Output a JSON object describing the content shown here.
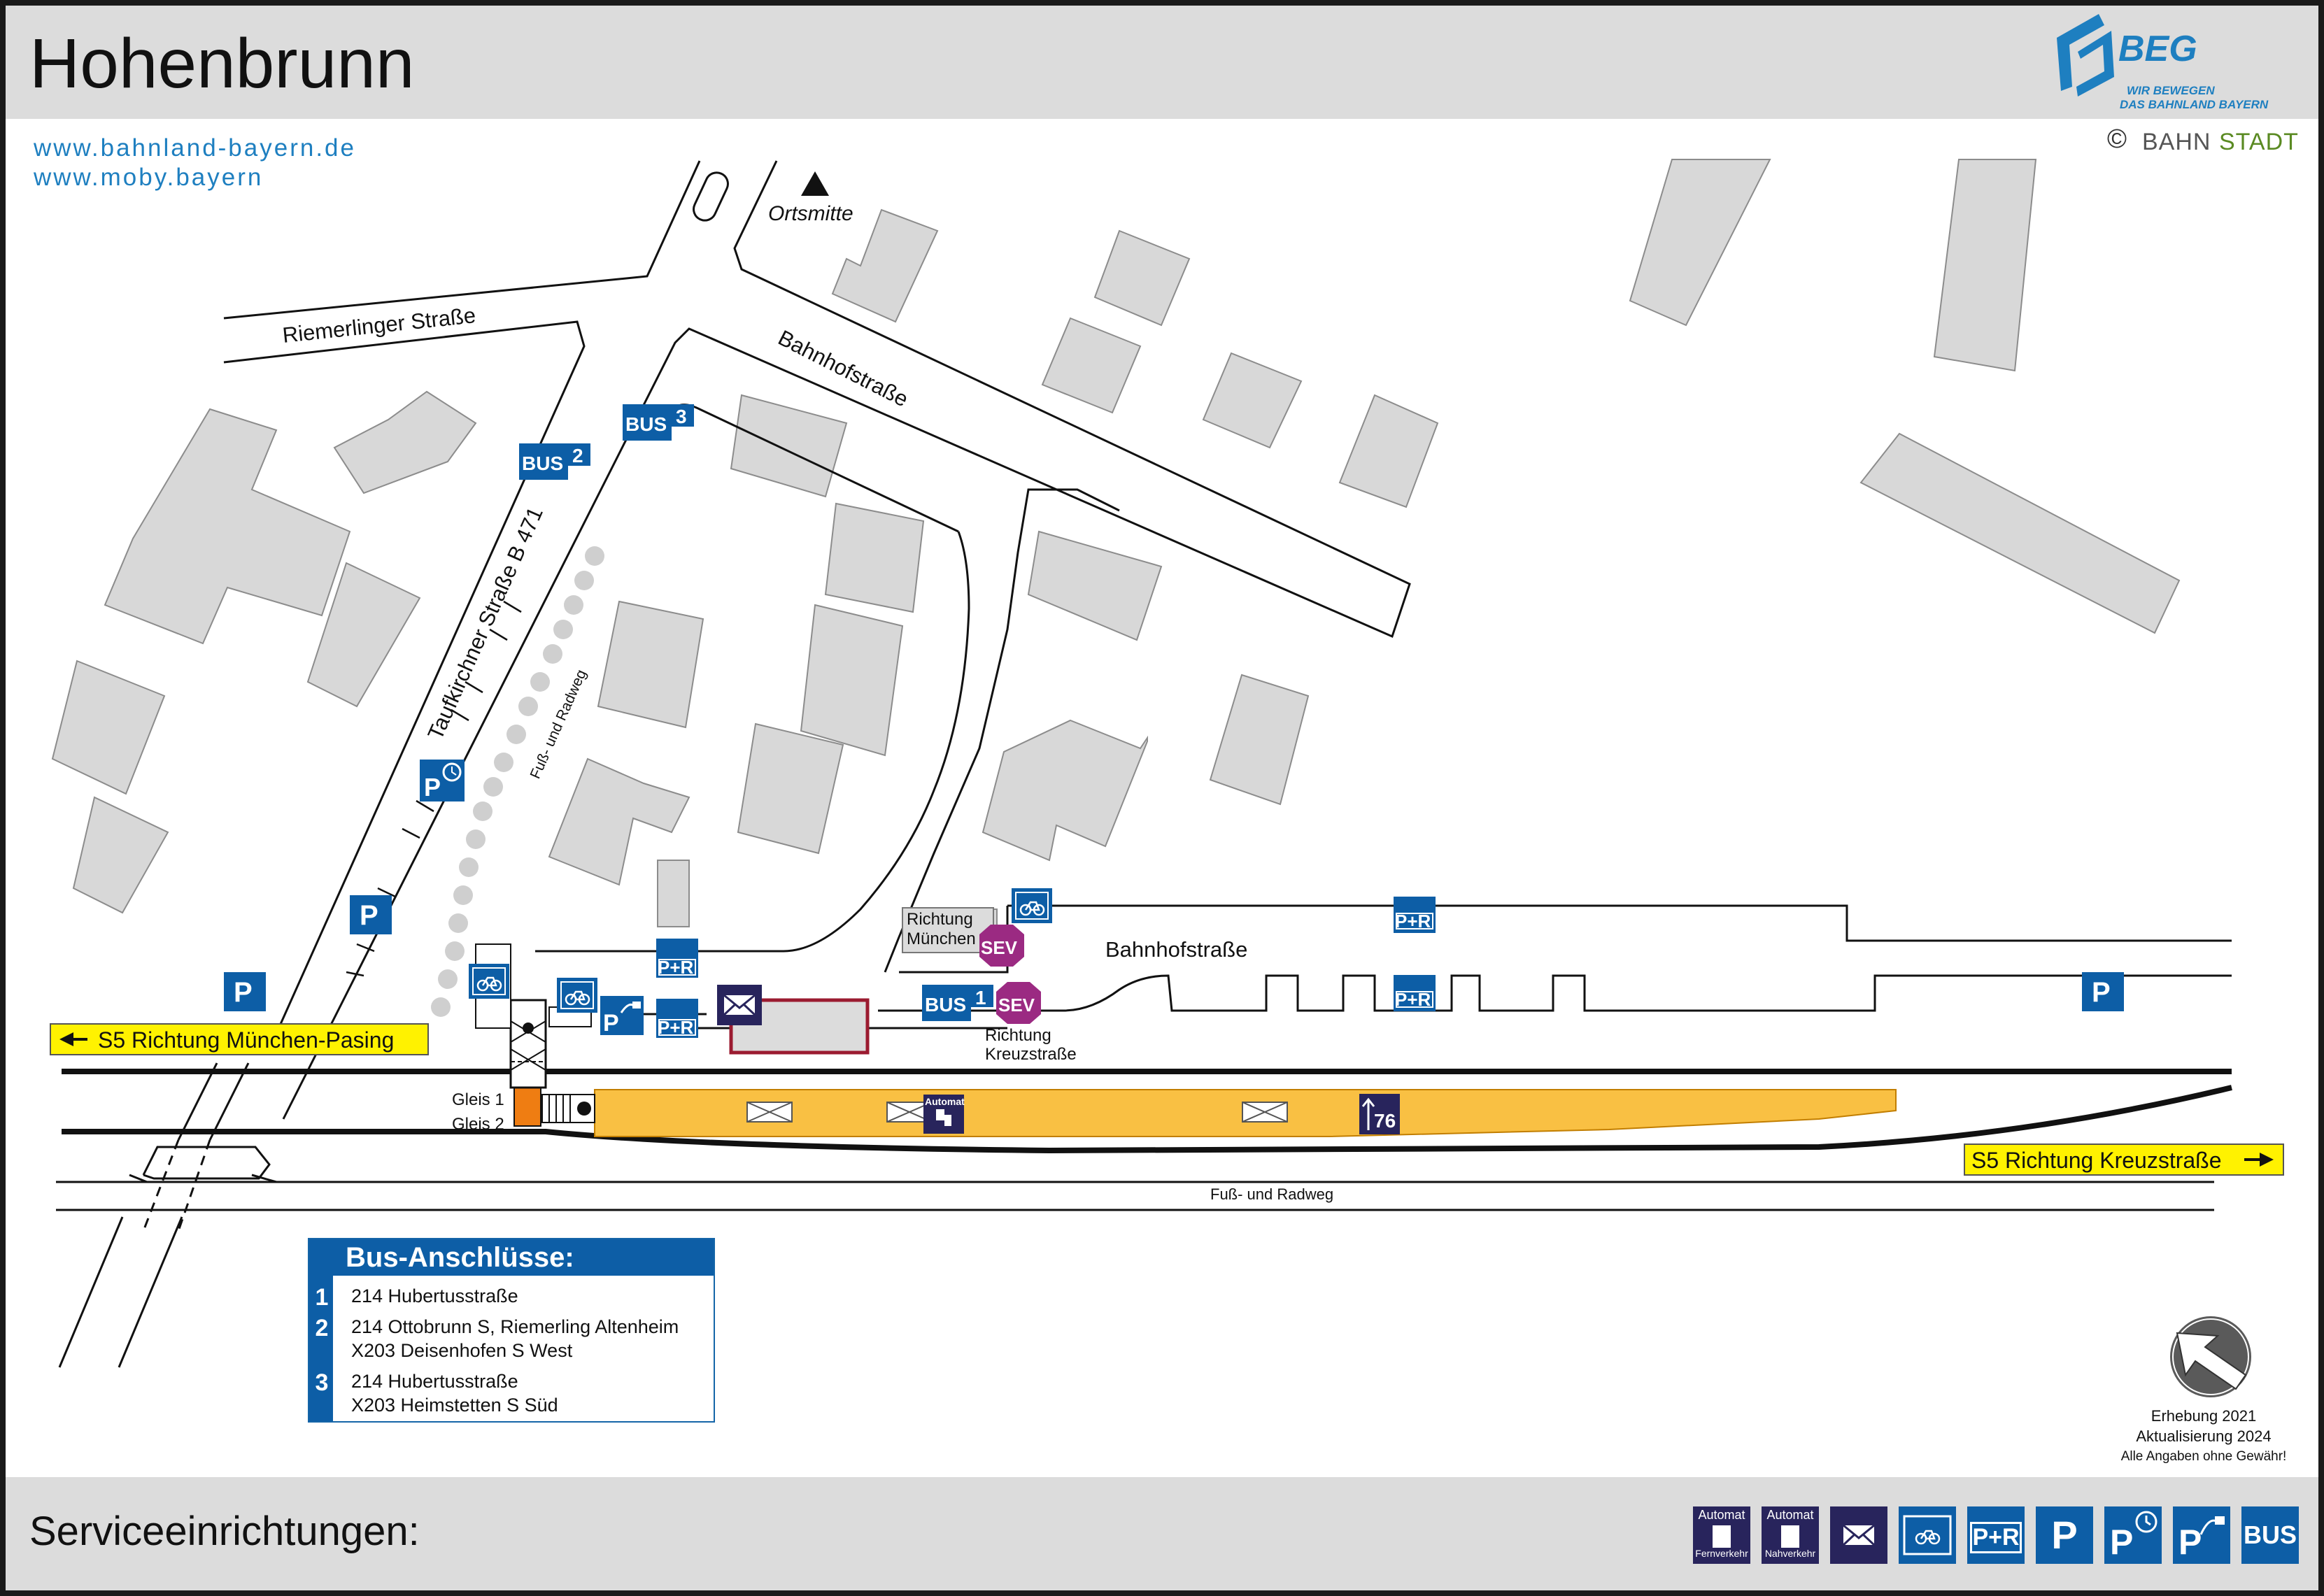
{
  "header": {
    "title": "Hohenbrunn",
    "brand_name": "BEG",
    "brand_slogan_1": "WIR BEWEGEN",
    "brand_slogan_2": "DAS BAHNLAND BAYERN",
    "links": [
      "www.bahnland-bayern.de",
      "www.moby.bayern"
    ],
    "copyright_symbol": "©",
    "partner_brand_part1": "BAHN",
    "partner_brand_part2": "STADT"
  },
  "colors": {
    "frame_band": "#dcdcdc",
    "link_blue": "#1e7fc0",
    "service_blue": "#0d5ea6",
    "platform_orange": "#f9c043",
    "platform_outline": "#c27e00",
    "track_black": "#111111",
    "building_gray": "#d8d8d8",
    "sev_purple": "#9b2a82",
    "highlight_yellow": "#fff200",
    "post_navy": "#28245c",
    "access_orange": "#ef7d12"
  },
  "map": {
    "streets": {
      "riemerlinger": "Riemerlinger Straße",
      "taufkirchner": "Taufkirchner Straße B 471",
      "bahnhofstrasse_north": "Bahnhofstraße",
      "bahnhofstrasse_south": "Bahnhofstraße",
      "path_diagonal": "Fuß- und Radweg",
      "path_south": "Fuß- und Radweg"
    },
    "ortsmitte": "Ortsmitte",
    "direction_west": "S5 Richtung München-Pasing",
    "direction_east": "S5 Richtung Kreuzstraße",
    "gleis_1": "Gleis 1",
    "gleis_2": "Gleis 2",
    "sev_stop_1": [
      "Richtung",
      "München"
    ],
    "sev_stop_2": [
      "Richtung",
      "Kreuzstraße"
    ],
    "platform_height_value": "76",
    "symbol_labels": {
      "bus": "BUS",
      "bus_numbers": [
        "1",
        "2",
        "3"
      ],
      "sev": "SEV",
      "park_ride": "P+R",
      "parking": "P",
      "automat": "Automat"
    }
  },
  "bus_connections": {
    "title": "Bus-Anschlüsse:",
    "entries": [
      {
        "number": "1",
        "lines": [
          "214 Hubertusstraße"
        ]
      },
      {
        "number": "2",
        "lines": [
          "214 Ottobrunn S, Riemerling Altenheim",
          "X203 Deisenhofen S West"
        ]
      },
      {
        "number": "3",
        "lines": [
          "214 Hubertusstraße",
          "X203 Heimstetten S Süd"
        ]
      }
    ]
  },
  "credits": {
    "survey": "Erhebung 2021",
    "update": "Aktualisierung 2024",
    "disclaimer": "Alle Angaben ohne Gewähr!"
  },
  "footer": {
    "title": "Serviceeinrichtungen:",
    "legend_icons": [
      {
        "icon": "ticket-machine-longdistance-icon",
        "top": "Automat",
        "bottom": "Fernverkehr"
      },
      {
        "icon": "ticket-machine-regional-icon",
        "top": "Automat",
        "bottom": "Nahverkehr"
      },
      {
        "icon": "mailbox-icon",
        "top": "",
        "bottom": ""
      },
      {
        "icon": "bike-parking-icon",
        "top": "",
        "bottom": ""
      },
      {
        "icon": "park-and-ride-icon",
        "top": "P+R",
        "bottom": ""
      },
      {
        "icon": "parking-icon",
        "top": "P",
        "bottom": ""
      },
      {
        "icon": "short-term-parking-icon",
        "top": "P",
        "bottom": ""
      },
      {
        "icon": "ev-charging-parking-icon",
        "top": "P",
        "bottom": ""
      },
      {
        "icon": "bus-icon",
        "top": "BUS",
        "bottom": ""
      }
    ]
  }
}
